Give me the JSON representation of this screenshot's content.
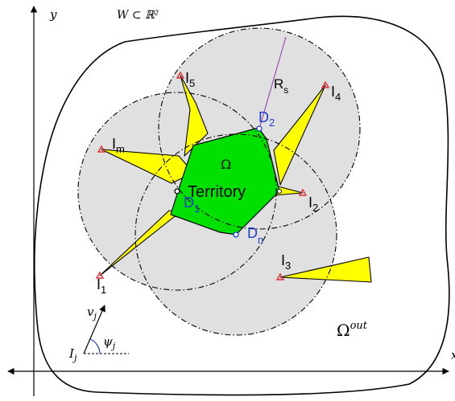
{
  "axes": {
    "x_label": "x",
    "y_label": "y"
  },
  "workspace_label": "W ⊂ ℝ²",
  "outside_label": "Ω^out",
  "territory": {
    "omega_label": "Ω",
    "name": "Territory",
    "fill_color": "#00e000"
  },
  "sensing_radius_label": "R_s",
  "intruders": [
    {
      "id": "I_m"
    },
    {
      "id": "I_1"
    },
    {
      "id": "I_5"
    },
    {
      "id": "I_4"
    },
    {
      "id": "I_2"
    },
    {
      "id": "I_3"
    }
  ],
  "defenders": [
    {
      "id": "D_1"
    },
    {
      "id": "D_2"
    },
    {
      "id": "D_n"
    }
  ],
  "kinematics": {
    "position_label": "I_j",
    "velocity_label": "v_j",
    "heading_label": "ψ_j"
  },
  "colors": {
    "cone_fill": "#ffff00",
    "sensing_disc": "#e0e0e0",
    "defender_label": "#1f3fd0",
    "intruder_marker": "#e03030",
    "radius_line": "#9a4fb0"
  }
}
